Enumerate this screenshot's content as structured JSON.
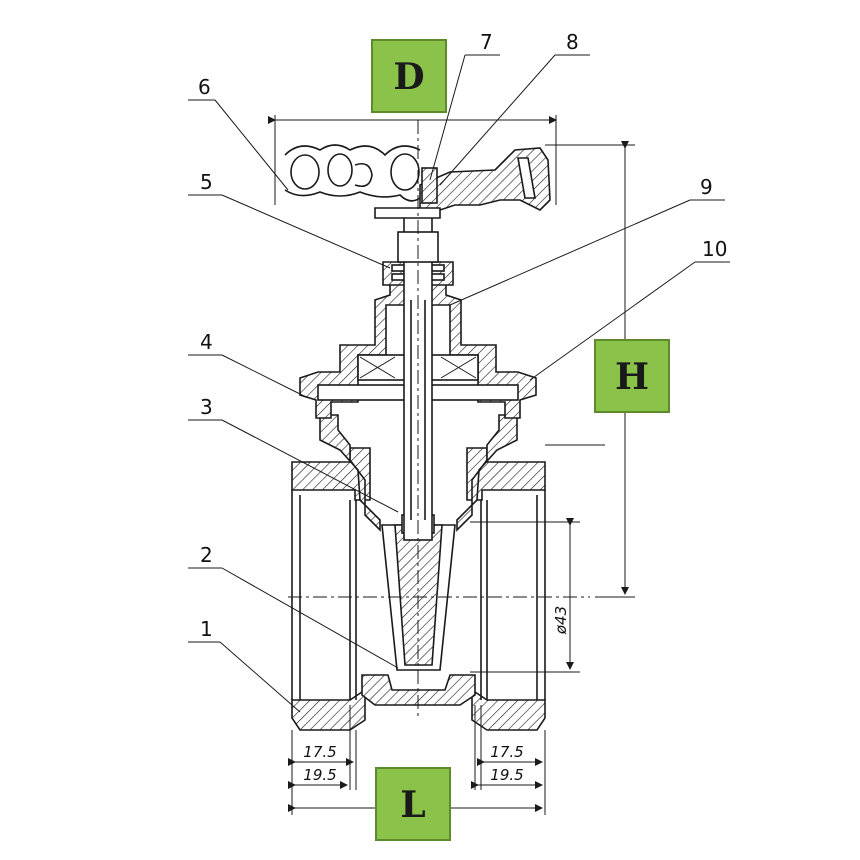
{
  "badges": {
    "d": "D",
    "h": "H",
    "l": "L"
  },
  "part_numbers": [
    "1",
    "2",
    "3",
    "4",
    "5",
    "6",
    "7",
    "8",
    "9",
    "10"
  ],
  "dimensions": {
    "diameter": "ø43",
    "left_inner": "17.5",
    "left_outer": "19.5",
    "right_inner": "17.5",
    "right_outer": "19.5"
  },
  "colors": {
    "badge_fill": "#8bc34a",
    "badge_border": "#5d8a2a",
    "ink": "#1a1a1a"
  }
}
